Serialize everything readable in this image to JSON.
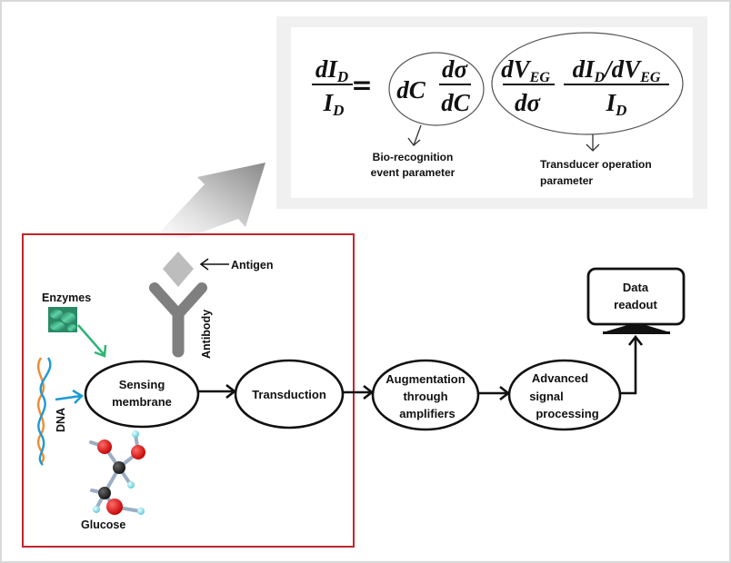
{
  "equation": {
    "lhs": {
      "numerator": [
        "d",
        "I",
        "D"
      ],
      "denominator": [
        "I",
        "D"
      ]
    },
    "equals": "=",
    "bio_term": {
      "factor": "dC",
      "numerator": "dσ",
      "denominator": "dC"
    },
    "transducer_term": {
      "fraction1": {
        "numerator": "dV",
        "numerator_sub": "EG",
        "denominator": "dσ"
      },
      "fraction2": {
        "numerator_a": "dI",
        "numerator_a_sub": "D",
        "slash": "/",
        "numerator_b": "dV",
        "numerator_b_sub": "EG",
        "denominator": "I",
        "denominator_sub": "D"
      }
    },
    "annotations": {
      "bio_recognition": [
        "Bio-recognition",
        "event parameter"
      ],
      "transducer": [
        "Transducer operation",
        "parameter"
      ]
    }
  },
  "sensing": {
    "antigen_label": "Antigen",
    "antibody_label": "Antibody",
    "enzymes_label": "Enzymes",
    "dna_label": "DNA",
    "glucose_label": "Glucose"
  },
  "pipeline": {
    "nodes": [
      {
        "id": "sensing",
        "lines": [
          "Sensing",
          "membrane"
        ]
      },
      {
        "id": "transduction",
        "lines": [
          "Transduction"
        ]
      },
      {
        "id": "augmentation",
        "lines": [
          "Augmentation",
          "through",
          "amplifiers"
        ]
      },
      {
        "id": "processing",
        "lines": [
          "Advanced",
          "signal",
          "processing"
        ]
      }
    ],
    "readout": {
      "lines": [
        "Data",
        "readout"
      ]
    }
  },
  "colors": {
    "box_border": "#c0262c",
    "enzyme_arrow": "#2bb673",
    "dna_arrow": "#1a9ad6",
    "dna_orange": "#f28a2e",
    "dna_blue": "#1a9ad6",
    "antibody": "#808080",
    "antigen": "#bdbdbd",
    "equation_frame": "#f0f0f0"
  }
}
